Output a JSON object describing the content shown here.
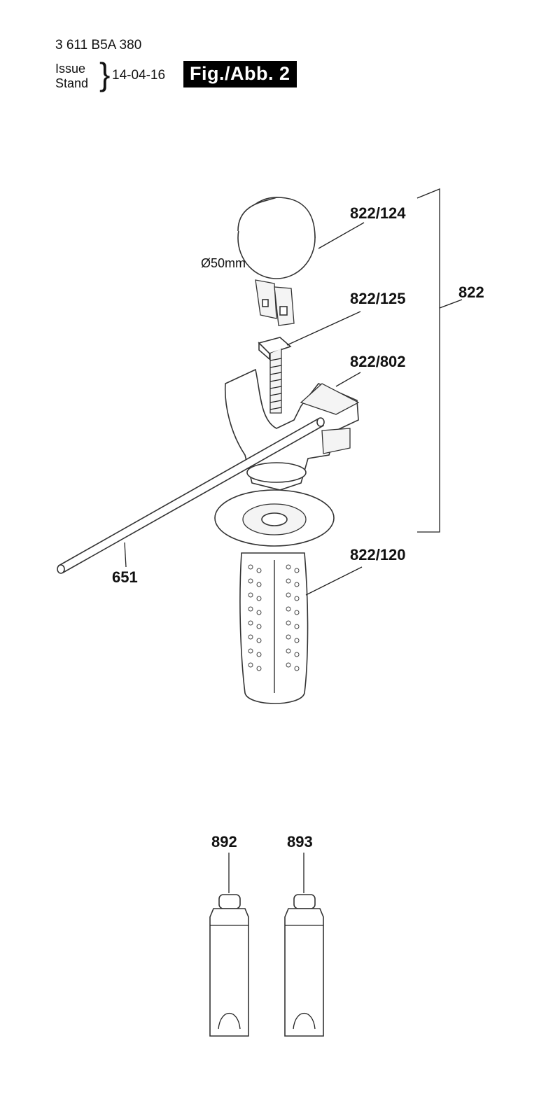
{
  "header": {
    "code": "3 611 B5A 380",
    "issue_label": "Issue",
    "stand_label": "Stand",
    "brace": "}",
    "date": "14-04-16",
    "figure_label": "Fig./Abb. 2"
  },
  "diagram": {
    "dimension_label": "Ø50mm",
    "parts": [
      {
        "id": "822/124"
      },
      {
        "id": "822/125"
      },
      {
        "id": "822/802"
      },
      {
        "id": "822"
      },
      {
        "id": "822/120"
      },
      {
        "id": "651"
      },
      {
        "id": "892"
      },
      {
        "id": "893"
      }
    ]
  }
}
